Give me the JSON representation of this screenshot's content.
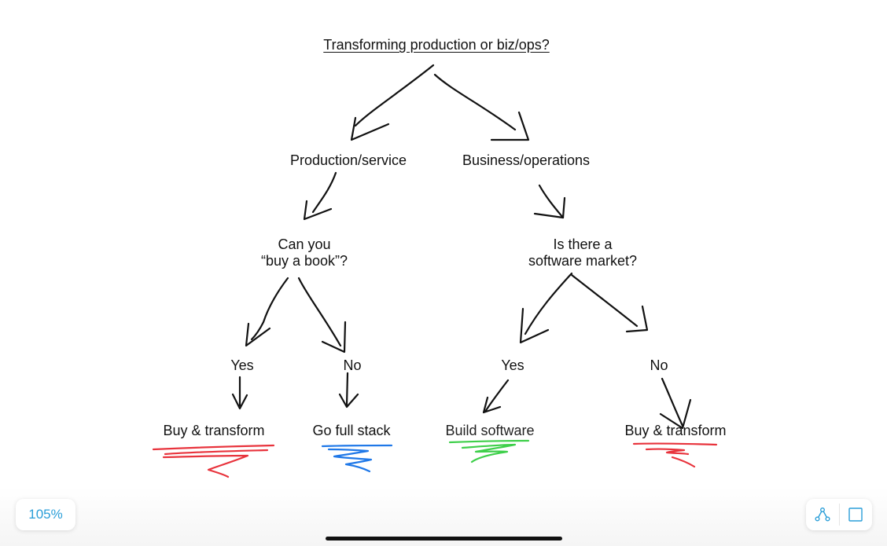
{
  "diagram": {
    "title": "Transforming production or biz/ops?",
    "level1": {
      "left": "Production/service",
      "right": "Business/operations"
    },
    "level2": {
      "left_line1": "Can you",
      "left_line2": "“buy a book”?",
      "right_line1": "Is there a",
      "right_line2": "software market?"
    },
    "level3": {
      "a": "Yes",
      "b": "No",
      "c": "Yes",
      "d": "No"
    },
    "outcomes": {
      "a": "Buy & transform",
      "b": "Go full stack",
      "c": "Build software",
      "d": "Buy & transform"
    },
    "highlight_colors": {
      "red": "#e8333c",
      "blue": "#1f78e8",
      "green": "#3ecf4a"
    }
  },
  "toolbar": {
    "zoom_label": "105%",
    "icons": [
      "shapes-connector-icon",
      "frame-icon"
    ]
  }
}
